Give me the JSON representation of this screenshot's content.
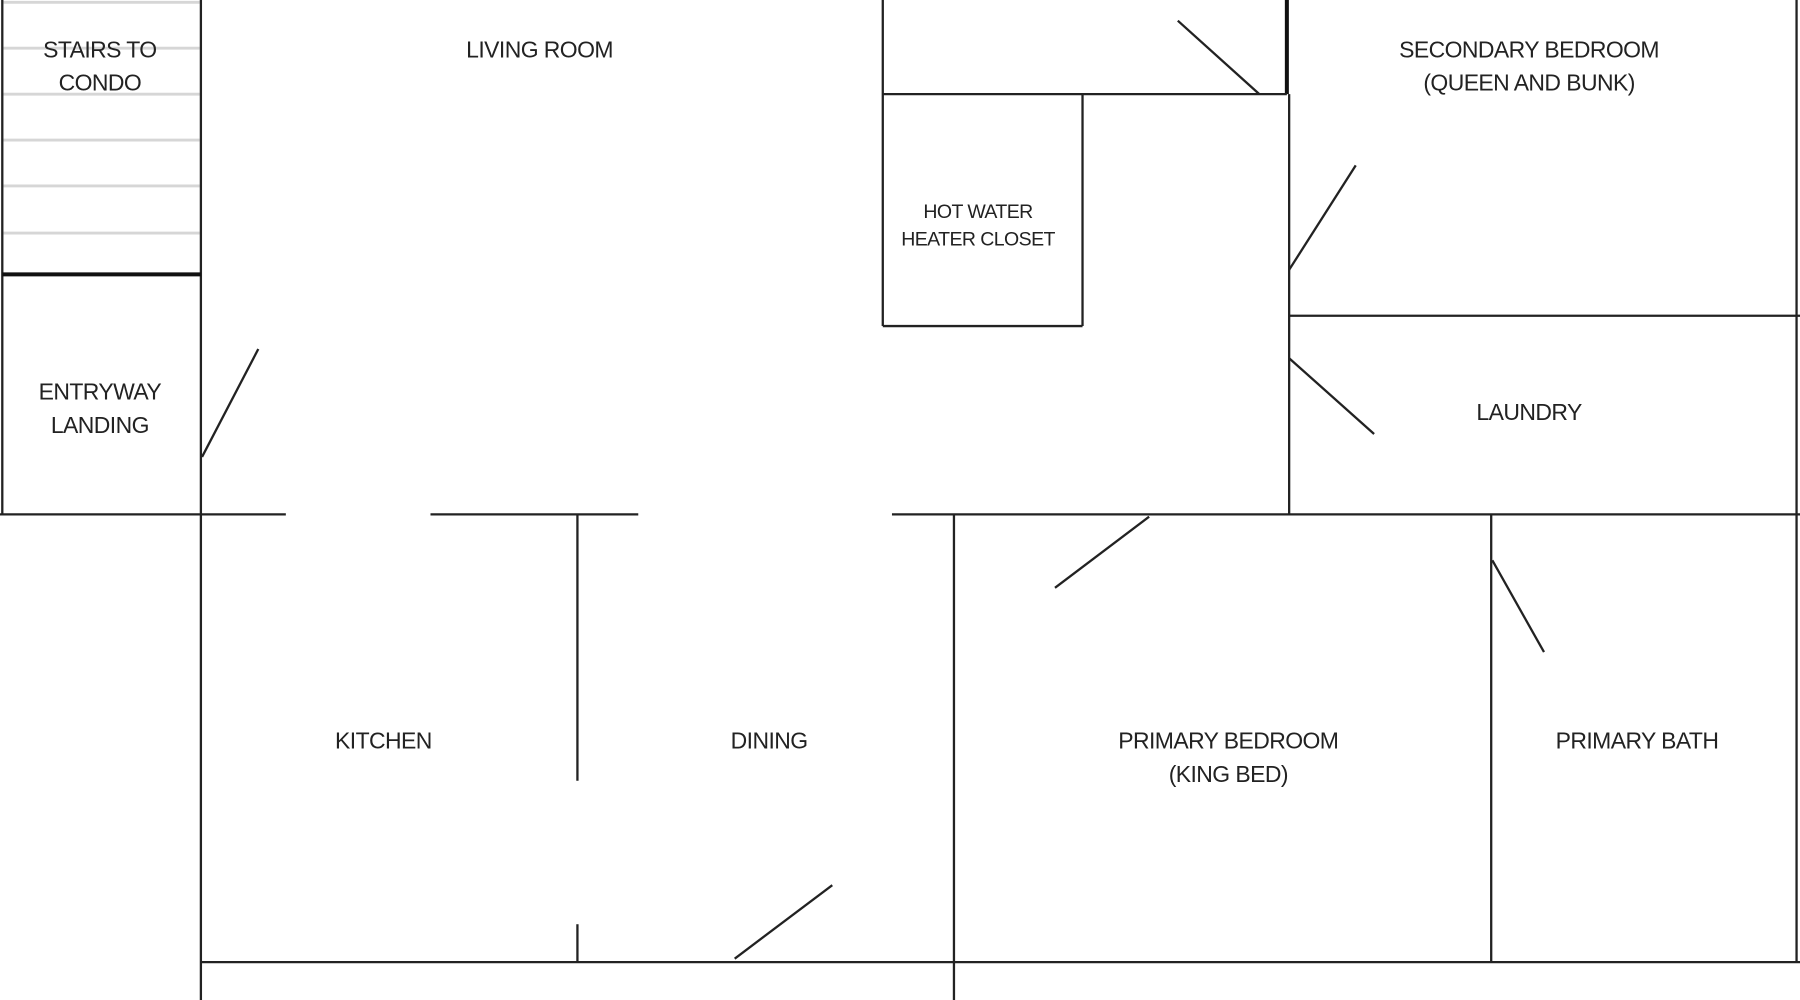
{
  "title": "Condo floor plan",
  "rooms": {
    "stairs": [
      "STAIRS TO",
      "CONDO"
    ],
    "living": [
      "LIVING ROOM"
    ],
    "entry": [
      "ENTRYWAY",
      "LANDING"
    ],
    "hot_water": [
      "HOT WATER",
      "HEATER CLOSET"
    ],
    "secondary_bedroom": [
      "SECONDARY BEDROOM",
      "(QUEEN AND BUNK)"
    ],
    "laundry": [
      "LAUNDRY"
    ],
    "kitchen": [
      "KITCHEN"
    ],
    "dining": [
      "DINING"
    ],
    "primary_bedroom": [
      "PRIMARY BEDROOM",
      "(KING BED)"
    ],
    "primary_bath": [
      "PRIMARY BATH"
    ]
  },
  "colors": {
    "wall": "#222222",
    "stair_tread": "#d6d6d6",
    "background": "#ffffff"
  }
}
